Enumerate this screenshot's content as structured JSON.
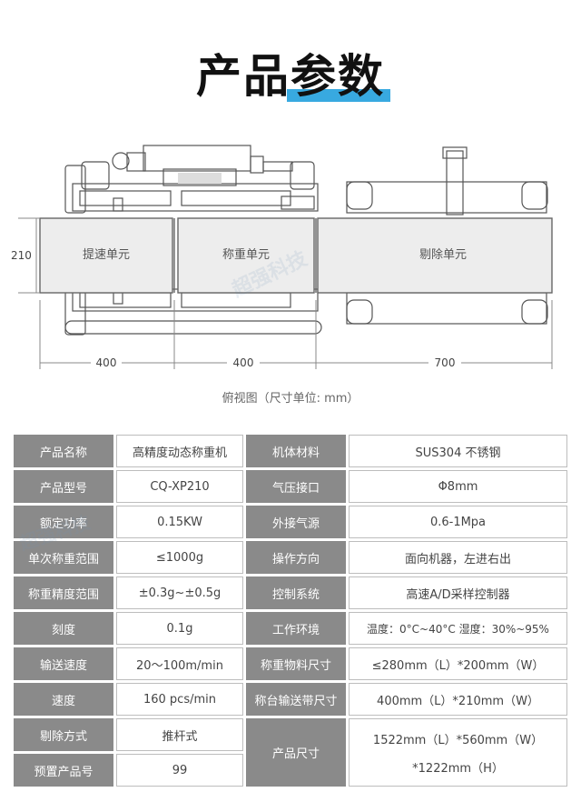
{
  "title": {
    "part1": "产品",
    "part2": "参数"
  },
  "diagram": {
    "dimension_height": "210",
    "units": [
      "提速单元",
      "称重单元",
      "剔除单元"
    ],
    "dimension_widths": [
      "400",
      "400",
      "700"
    ],
    "watermark": "超强科技"
  },
  "caption": "俯视图（尺寸单位: mm）",
  "specs": [
    {
      "k1": "产品名称",
      "v1": "高精度动态称重机",
      "k2": "机体材料",
      "v2": "SUS304 不锈钢"
    },
    {
      "k1": "产品型号",
      "v1": "CQ-XP210",
      "k2": "气压接口",
      "v2": "Φ8mm"
    },
    {
      "k1": "额定功率",
      "v1": "0.15KW",
      "k2": "外接气源",
      "v2": "0.6-1Mpa"
    },
    {
      "k1": "单次称重范围",
      "v1": "≤1000g",
      "k2": "操作方向",
      "v2": "面向机器，左进右出"
    },
    {
      "k1": "称重精度范围",
      "v1": "±0.3g~±0.5g",
      "k2": "控制系统",
      "v2": "高速A/D采样控制器"
    },
    {
      "k1": "刻度",
      "v1": "0.1g",
      "k2": "工作环境",
      "v2": "温度：0°C~40°C  湿度：30%~95%"
    },
    {
      "k1": "输送速度",
      "v1": "20～100m/min",
      "k2": "称重物料尺寸",
      "v2": "≤280mm（L）*200mm（W）"
    },
    {
      "k1": "速度",
      "v1": "160  pcs/min",
      "k2": "称台输送带尺寸",
      "v2": "400mm（L）*210mm（W）"
    },
    {
      "k1": "剔除方式",
      "v1": "推杆式",
      "k2": "产品尺寸",
      "v2a": "1522mm（L）*560mm（W）",
      "v2b": "*1222mm（H）"
    },
    {
      "k1": "预置产品号",
      "v1": "99"
    }
  ],
  "watermark": "超强科技"
}
